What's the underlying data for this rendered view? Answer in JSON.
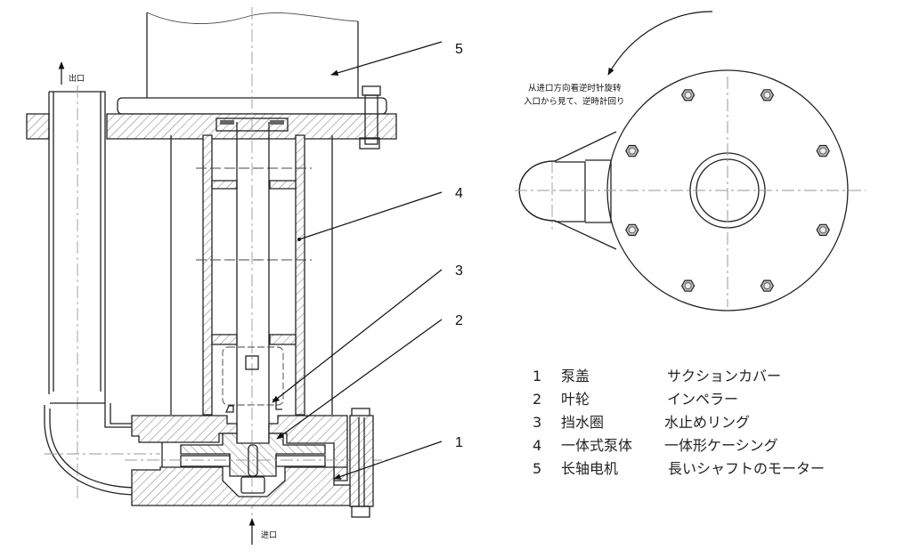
{
  "diagram": {
    "title": "Long-shaft vertical pump assembly (cross-section and inlet view)",
    "flow_labels": {
      "outlet": "出口",
      "inlet": "进口"
    },
    "rotation_note": {
      "line_cn": "从进口方向看逆时针旋转",
      "line_jp": "入口から見て、逆時計回り"
    },
    "callouts": [
      "5",
      "4",
      "3",
      "2",
      "1"
    ],
    "legend": [
      {
        "number": "1",
        "name_cn": "泵盖",
        "name_jp": "サクションカバー"
      },
      {
        "number": "2",
        "name_cn": "叶轮",
        "name_jp": "インペラー"
      },
      {
        "number": "3",
        "name_cn": "挡水圈",
        "name_jp": "水止めリング"
      },
      {
        "number": "4",
        "name_cn": "一体式泵体",
        "name_jp": "一体形ケーシング"
      },
      {
        "number": "5",
        "name_cn": "长轴电机",
        "name_jp": "長いシャフトのモーター"
      }
    ],
    "flange_bolt_count": 8,
    "colors": {
      "line": "#222222",
      "centerline": "#9a9a9a",
      "background": "#ffffff"
    }
  }
}
